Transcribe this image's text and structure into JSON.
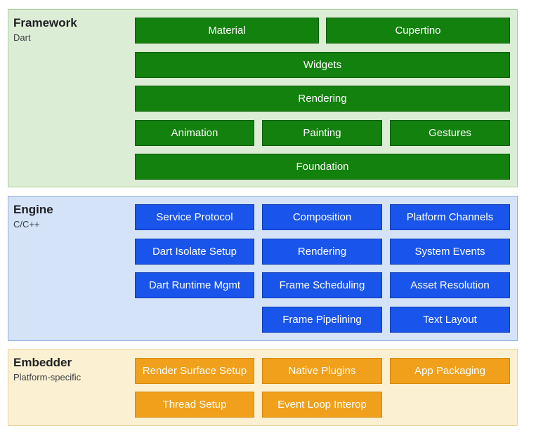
{
  "framework": {
    "title": "Framework",
    "subtitle": "Dart",
    "boxes": [
      "Material",
      "Cupertino",
      "Widgets",
      "Rendering",
      "Animation",
      "Painting",
      "Gestures",
      "Foundation"
    ]
  },
  "engine": {
    "title": "Engine",
    "subtitle": "C/C++",
    "boxes": [
      "Service Protocol",
      "Composition",
      "Platform Channels",
      "Dart Isolate Setup",
      "Rendering",
      "System Events",
      "Dart Runtime Mgmt",
      "Frame Scheduling",
      "Asset Resolution",
      "Frame Pipelining",
      "Text Layout"
    ]
  },
  "embedder": {
    "title": "Embedder",
    "subtitle": "Platform-specific",
    "boxes": [
      "Render Surface Setup",
      "Native Plugins",
      "App Packaging",
      "Thread Setup",
      "Event Loop Interop"
    ]
  },
  "colors": {
    "framework_bg": "#dcedd5",
    "framework_box": "#13810d",
    "engine_bg": "#d4e3f8",
    "engine_box": "#1a55eb",
    "embedder_bg": "#fcf0d2",
    "embedder_box": "#f0a01a"
  }
}
